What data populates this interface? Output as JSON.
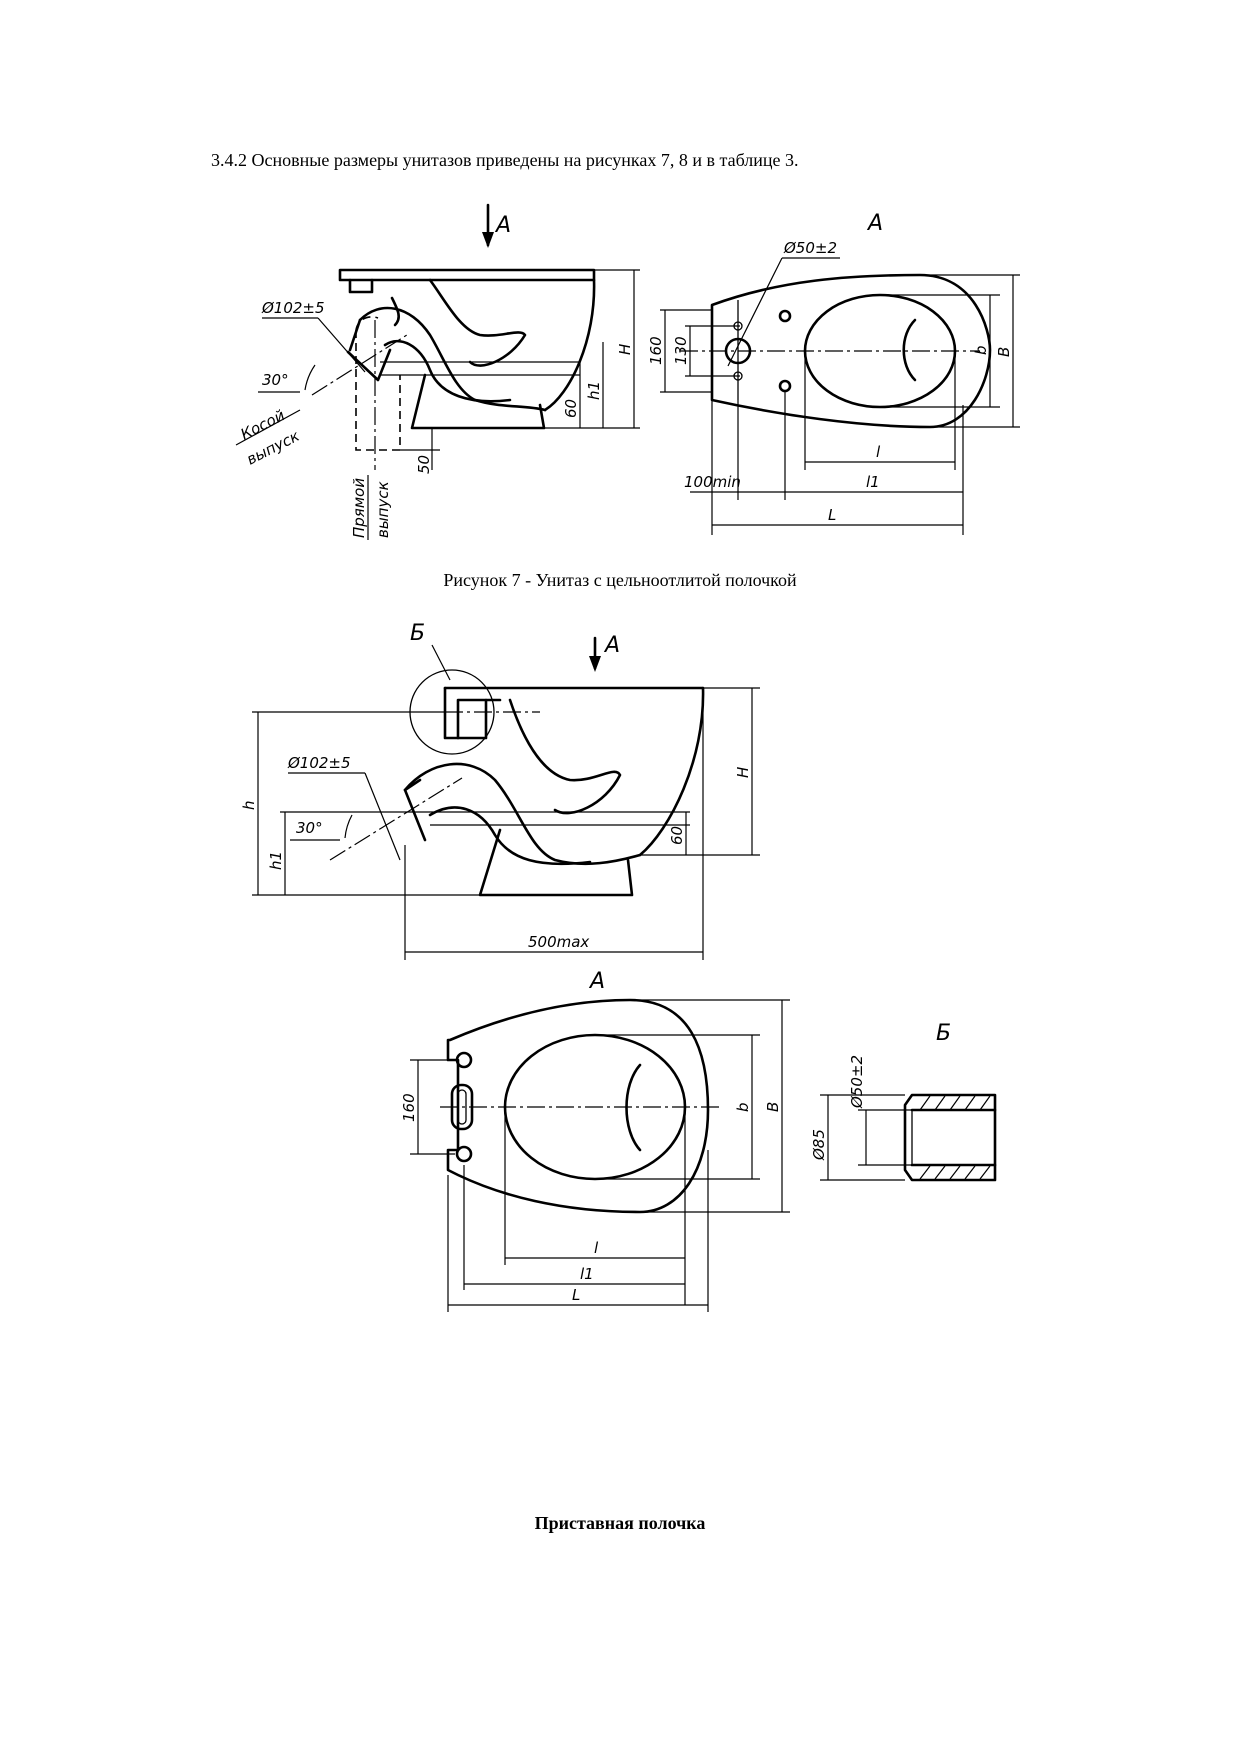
{
  "text": {
    "paragraph": "3.4.2 Основные размеры унитазов приведены на рисунках 7, 8 и в таблице 3.",
    "figure7_caption": "Рисунок 7 - Унитаз с цельноотлитой полочкой",
    "figure8_caption": "Приставная полочка"
  },
  "fig7": {
    "arrow_label": "А",
    "view_label": "А",
    "side": {
      "diam": "Ø102±5",
      "angle": "30°",
      "oblique_line1": "Косой",
      "oblique_line2": "выпуск",
      "straight_line1": "Прямой",
      "straight_line2": "выпуск",
      "d60": "60",
      "d50": "50",
      "h1": "h1",
      "H": "H"
    },
    "top": {
      "diam": "Ø50±2",
      "d160": "160",
      "d130": "130",
      "b": "b",
      "B": "B",
      "l": "l",
      "l1": "l1",
      "L": "L",
      "min100": "100min"
    }
  },
  "fig8": {
    "detail_label": "Б",
    "arrow_label": "А",
    "view_label": "А",
    "detail_view_label": "Б",
    "side": {
      "diam": "Ø102±5",
      "angle": "30°",
      "h": "h",
      "h1": "h1",
      "H": "H",
      "d60": "60",
      "max500": "500max"
    },
    "top": {
      "d160": "160",
      "b": "b",
      "B": "B",
      "l": "l",
      "l1": "l1",
      "L": "L"
    },
    "detail": {
      "d50": "Ø50±2",
      "d85": "Ø85"
    }
  }
}
